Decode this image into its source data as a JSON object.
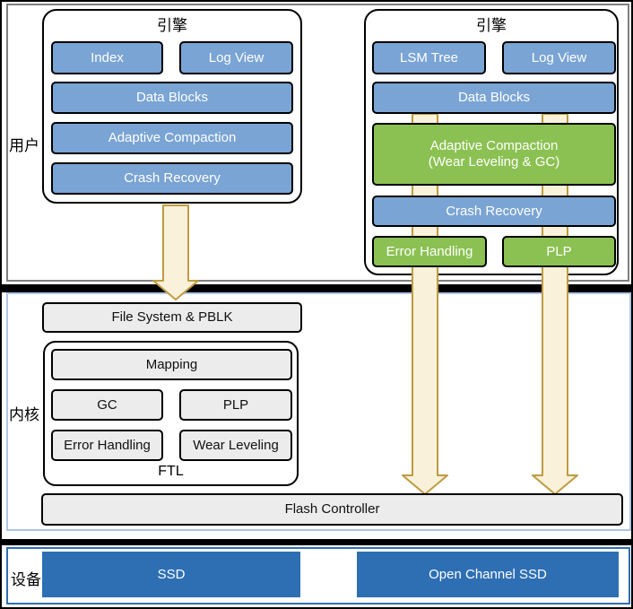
{
  "sections": {
    "user_label": "用户",
    "kernel_label": "内核",
    "device_label": "设备"
  },
  "engine_left": {
    "title": "引擎",
    "index": "Index",
    "log_view": "Log View",
    "data_blocks": "Data Blocks",
    "adaptive_compaction": "Adaptive Compaction",
    "crash_recovery": "Crash Recovery"
  },
  "engine_right": {
    "title": "引擎",
    "lsm_tree": "LSM Tree",
    "log_view": "Log View",
    "data_blocks": "Data Blocks",
    "adaptive_compaction_l1": "Adaptive Compaction",
    "adaptive_compaction_l2": "(Wear Leveling & GC)",
    "crash_recovery": "Crash Recovery",
    "error_handling": "Error Handling",
    "plp": "PLP"
  },
  "kernel": {
    "file_system_pblk": "File System & PBLK",
    "mapping": "Mapping",
    "gc": "GC",
    "plp": "PLP",
    "error_handling": "Error Handling",
    "wear_leveling": "Wear Leveling",
    "ftl_label": "FTL",
    "flash_controller": "Flash Controller"
  },
  "device": {
    "ssd": "SSD",
    "open_channel_ssd": "Open Channel SSD"
  },
  "colors": {
    "block_blue": "#7aa4d4",
    "block_green": "#8bc152",
    "block_gray": "#ececec",
    "device_blue": "#2e6fb4",
    "arrow_fill": "#faf1da",
    "arrow_stroke": "#bf9b40",
    "user_section_border": "#7f7f7f",
    "kernel_section_border": "#aec6e8"
  }
}
